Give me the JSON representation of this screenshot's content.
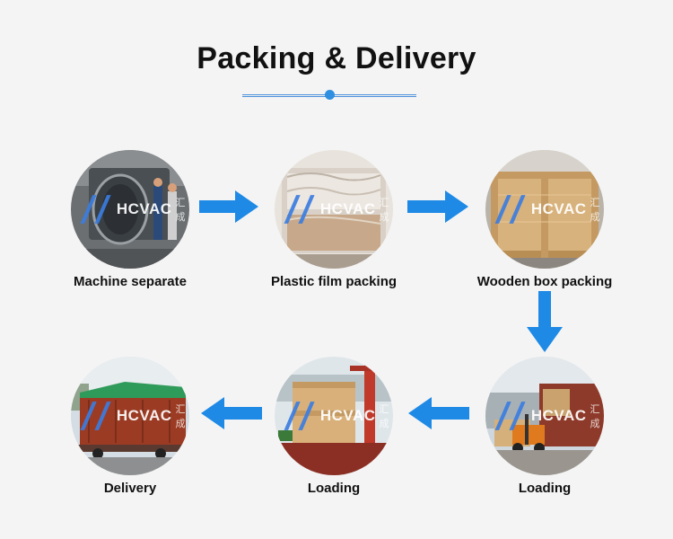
{
  "title": "Packing & Delivery",
  "logo_text": "HCVAC",
  "logo_cn": "汇成",
  "accent_color": "#1e8ae6",
  "steps": [
    {
      "label": "Machine separate"
    },
    {
      "label": "Plastic film packing"
    },
    {
      "label": "Wooden box packing"
    },
    {
      "label": "Loading"
    },
    {
      "label": "Loading"
    },
    {
      "label": "Delivery"
    }
  ]
}
